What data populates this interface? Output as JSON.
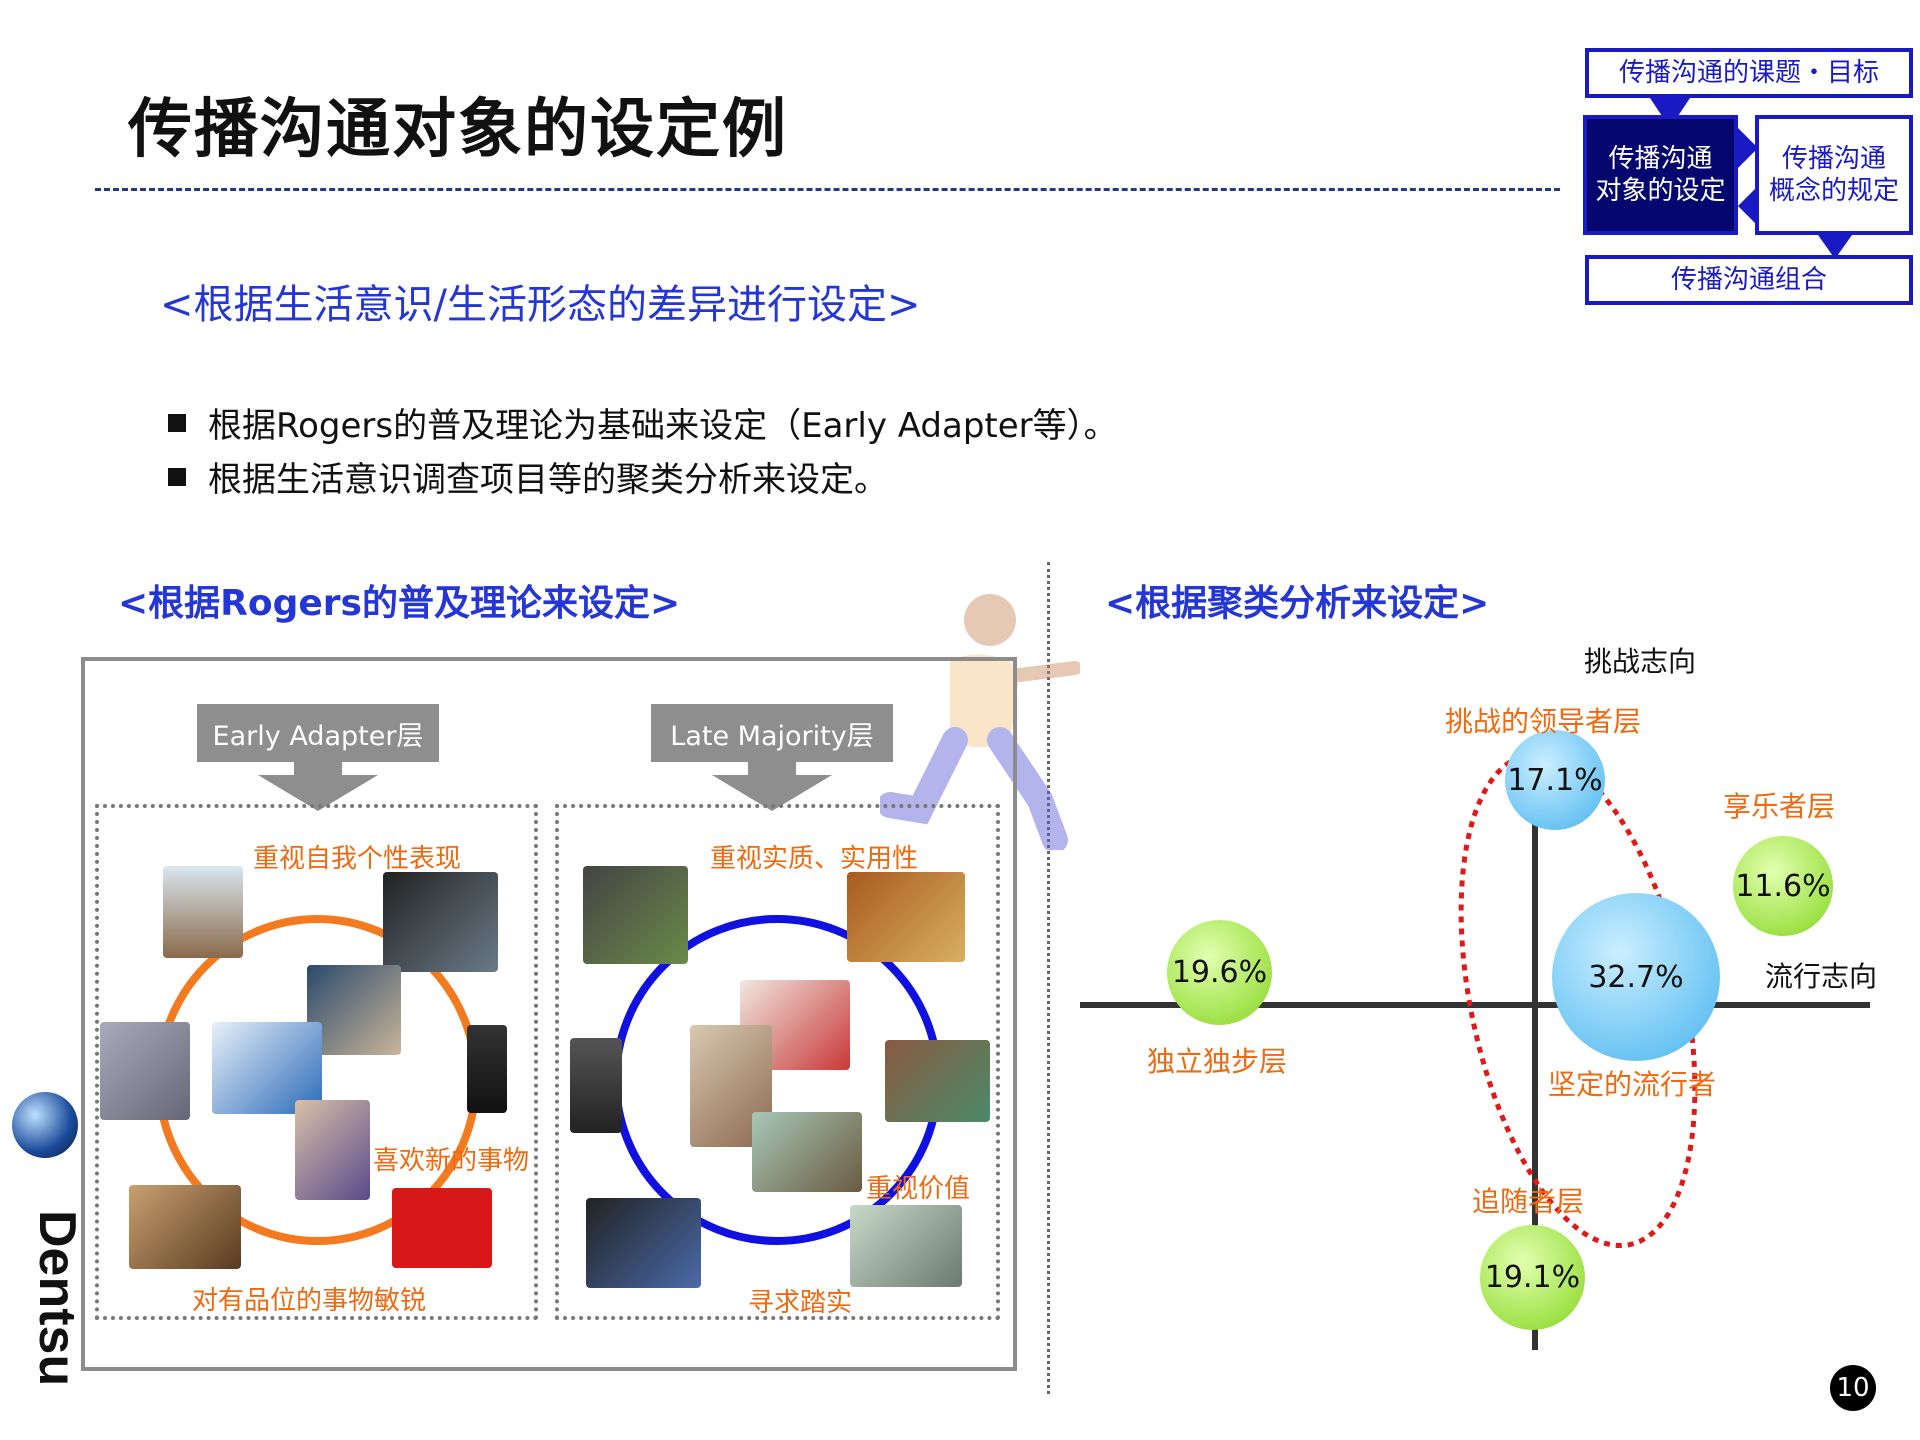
{
  "title": "传播沟通对象的设定例",
  "nav": {
    "goal": "传播沟通的课题・目标",
    "target": [
      "传播沟通",
      "对象的设定"
    ],
    "concept": [
      "传播沟通",
      "概念的规定"
    ],
    "mix": "传播沟通组合"
  },
  "subtitle": "<根据生活意识/生活形态的差异进行设定>",
  "bullets": [
    "根据Rogers的普及理论为基础来设定（Early Adapter等）。",
    "根据生活意识调查项目等的聚类分析来设定。"
  ],
  "left_section": {
    "heading": "<根据Rogers的普及理论来设定>",
    "early": {
      "tag": "Early Adapter层",
      "labels": [
        "重视自我个性表现",
        "喜欢新的事物",
        "对有品位的事物敏锐"
      ]
    },
    "late": {
      "tag": "Late Majority层",
      "labels": [
        "重视实质、实用性",
        "重视价值",
        "寻求踏实"
      ]
    }
  },
  "right_section": {
    "heading": "<根据聚类分析来设定>",
    "axis_top": "挑战志向",
    "axis_right": "流行志向",
    "clusters": [
      {
        "name": "挑战的领导者层",
        "pct": "17.1%"
      },
      {
        "name": "享乐者层",
        "pct": "11.6%"
      },
      {
        "name": "独立独步层",
        "pct": "19.6%"
      },
      {
        "name": "坚定的流行者",
        "pct": "32.7%"
      },
      {
        "name": "追随者层",
        "pct": "19.1%"
      }
    ]
  },
  "brand": "Dentsu",
  "page_number": "10",
  "colors": {
    "accent_blue": "#2437d6",
    "orange": "#ee6a10",
    "green": "#8fdc2a",
    "sky": "#4ab8f0",
    "red_ellipse": "#e01818"
  }
}
